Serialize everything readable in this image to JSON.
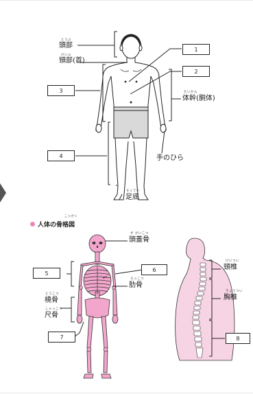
{
  "labels": {
    "head": "頭部",
    "head_ruby": "とうぶ",
    "neck": "頸部(首)",
    "neck_ruby": "けいぶ",
    "trunk": "体幹(胴体)",
    "trunk_ruby": "たいかん",
    "palm": "手のひら",
    "sole": "足底",
    "sole_ruby": "そくてい"
  },
  "section": {
    "title": "人体の骨格図",
    "title_ruby": "こっかく"
  },
  "skeleton_labels": {
    "skull": "頭蓋骨",
    "skull_ruby": "ず がいこつ",
    "rib": "肋骨",
    "rib_ruby": "ろっこつ",
    "radius": "橈骨",
    "radius_ruby": "とうこつ",
    "ulna": "尺骨",
    "ulna_ruby": "しゃっこつ",
    "cervical": "頸椎",
    "cervical_ruby": "けいつい",
    "thoracic": "胸椎",
    "thoracic_ruby": "きょうつい"
  },
  "answer_boxes": [
    "1",
    "2",
    "3",
    "4",
    "5",
    "6",
    "7",
    "8"
  ],
  "colors": {
    "skeleton_pink": "#f2a6cc",
    "spine_pink": "#f7d4e4",
    "bullet_pink": "#e889b8",
    "underwear_gray": "#d9d9d9"
  }
}
